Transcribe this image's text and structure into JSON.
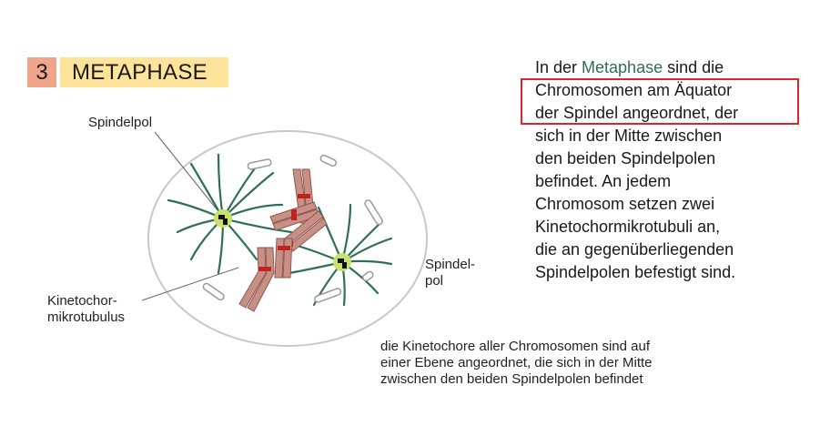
{
  "header": {
    "number": "3",
    "title": "METAPHASE"
  },
  "labels": {
    "spindle_pole_top": "Spindelpol",
    "spindle_pole_right_line1": "Spindel-",
    "spindle_pole_right_line2": "pol",
    "kinetochore_line1": "Kinetochor-",
    "kinetochore_line2": "mikrotubulus"
  },
  "description": {
    "line1_pre": "In der ",
    "line1_term": "Metaphase",
    "line1_post": " sind die",
    "line2": "Chromosomen am Äquator",
    "line3": "der Spindel angeordnet, der",
    "line4": "sich in der Mitte zwischen",
    "line5": "den beiden Spindelpolen",
    "line6": "befindet. An jedem",
    "line7": "Chromosom setzen zwei",
    "line8": "Kinetochormikrotubuli an,",
    "line9": "die an gegenüberliegenden",
    "line10": "Spindelpolen befestigt sind."
  },
  "caption": {
    "line1": "die Kinetochore aller Chromosomen sind auf",
    "line2": "einer Ebene angeordnet, die sich in der Mitte",
    "line3": "zwischen den beiden Spindelpolen befindet"
  },
  "colors": {
    "number_bg": "#f0a58a",
    "title_bg": "#fde49a",
    "term_color": "#2f6f57",
    "highlight_box": "#d7262f",
    "chromosome": "#c98f84",
    "kinetochore": "#c0221f",
    "spindle_fiber": "#2f6f57",
    "centrosome": "#c7e16b"
  }
}
